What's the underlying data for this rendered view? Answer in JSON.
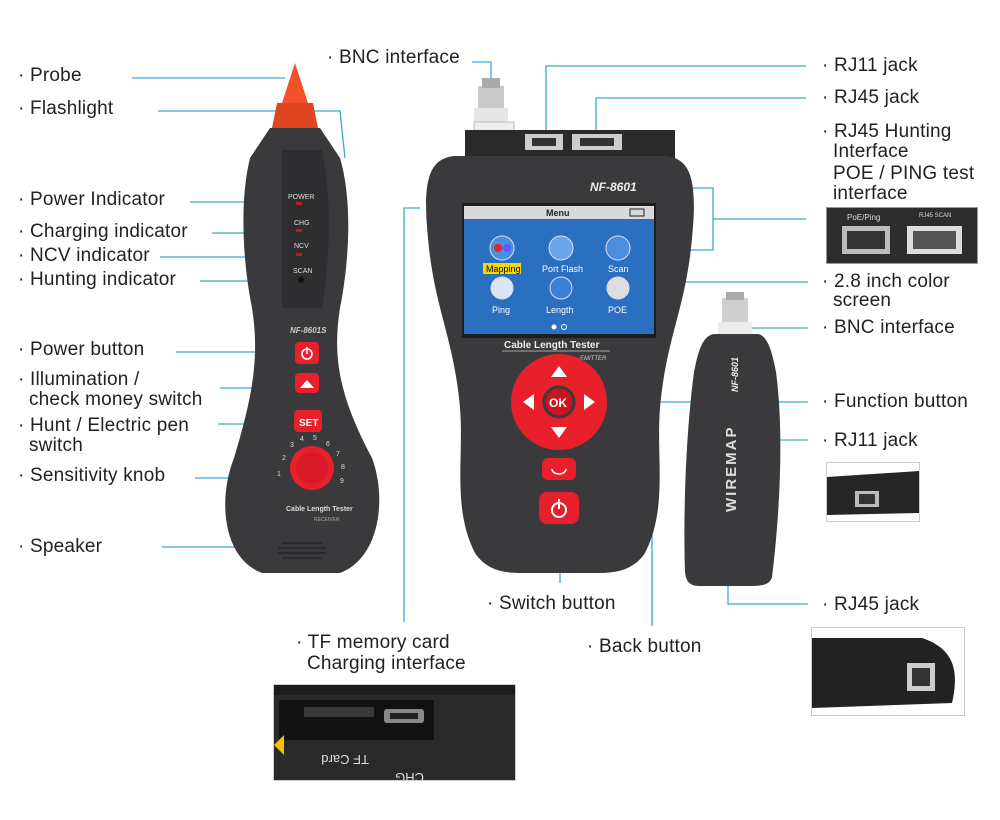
{
  "labels": {
    "probe": "Probe",
    "flashlight": "Flashlight",
    "power_indicator": "Power Indicator",
    "charging_indicator": "Charging indicator",
    "ncv_indicator": "NCV indicator",
    "hunting_indicator": "Hunting indicator",
    "power_button": "Power button",
    "illumination_1": "Illumination /",
    "illumination_2": "check money switch",
    "hunt_1": "Hunt / Electric pen",
    "hunt_2": "switch",
    "sensitivity_knob": "Sensitivity knob",
    "speaker": "Speaker",
    "bnc_interface_top": "BNC interface",
    "rj11_jack_top": "RJ11 jack",
    "rj45_jack_top": "RJ45 jack",
    "rj45_hunting_1": "RJ45 Hunting",
    "rj45_hunting_2": "Interface",
    "poe_ping_1": "POE / PING test",
    "poe_ping_2": "interface",
    "screen_1": "2.8 inch color",
    "screen_2": "screen",
    "bnc_interface_right": "BNC interface",
    "function_button": "Function button",
    "rj11_jack_right": "RJ11 jack",
    "rj45_jack_bottom": "RJ45 jack",
    "tf_card_1": "TF memory card",
    "tf_card_2": "Charging interface",
    "switch_button": "Switch button",
    "back_button": "Back button"
  },
  "receiver": {
    "indicators": [
      "POWER",
      "CHG",
      "NCV",
      "SCAN"
    ],
    "model": "NF-8601S",
    "set_label": "SET",
    "knob_ticks": [
      "1",
      "2",
      "3",
      "4",
      "5",
      "6",
      "7",
      "8",
      "9"
    ],
    "caption": "Cable Length Tester",
    "subcaption": "RECEIVER"
  },
  "main_unit": {
    "model": "NF-8601",
    "screen_title": "Menu",
    "menu_items": [
      "Mapping",
      "Port Flash",
      "Scan",
      "Ping",
      "Length",
      "POE"
    ],
    "caption": "Cable Length Tester",
    "subcaption": "EMITTER",
    "ok_label": "OK"
  },
  "remote": {
    "model": "NF-8601",
    "brand": "WIREMAP"
  },
  "insets": {
    "poe_ping": "PoE/Ping",
    "rj45_scan": "RJ45 SCAN",
    "chg": "CHG",
    "tf_card": "TF Card"
  },
  "colors": {
    "accent_red": "#e8202c",
    "probe_orange": "#f2522a",
    "body_dark": "#3a3a3c",
    "screen_blue": "#2b6fc0",
    "leader_line": "#3aa7d6"
  }
}
